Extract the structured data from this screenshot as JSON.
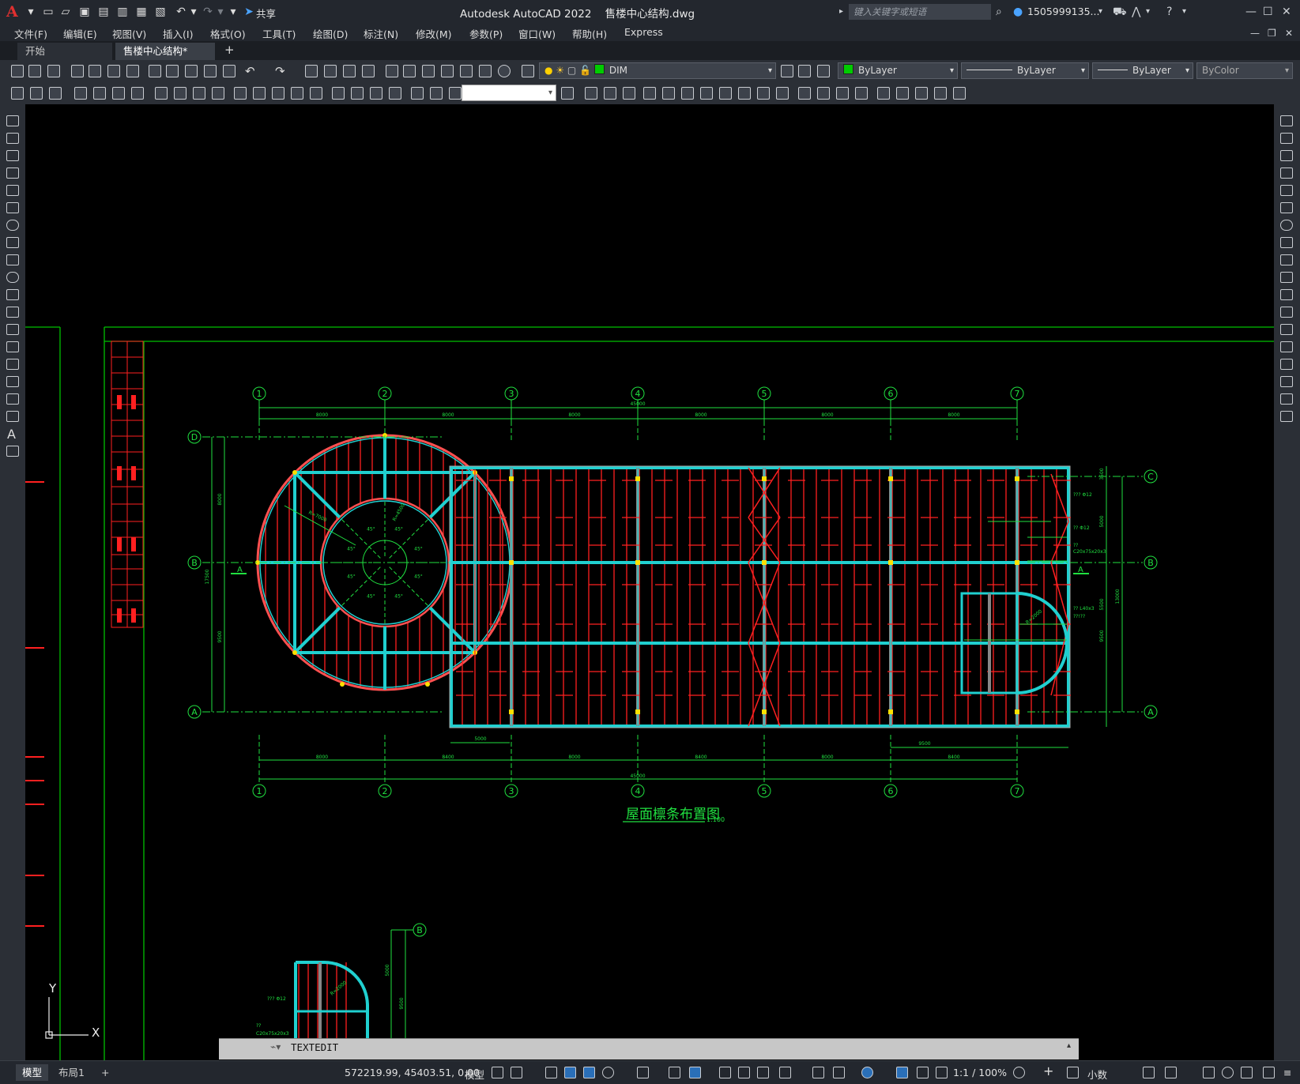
{
  "app": {
    "logo": "A",
    "title": "Autodesk AutoCAD 2022",
    "filename": "售楼中心结构.dwg",
    "share_label": "共享",
    "search_placeholder": "键入关键字或短语",
    "user": "1505999135..."
  },
  "menu": [
    "文件(F)",
    "编辑(E)",
    "视图(V)",
    "插入(I)",
    "格式(O)",
    "工具(T)",
    "绘图(D)",
    "标注(N)",
    "修改(M)",
    "参数(P)",
    "窗口(W)",
    "帮助(H)",
    "Express"
  ],
  "tabs": {
    "start": "开始",
    "document": "售楼中心结构*",
    "close": "✕",
    "add": "+"
  },
  "layer": {
    "name": "DIM",
    "color": "#00cc00"
  },
  "properties": {
    "color": "ByLayer",
    "linetype": "ByLayer",
    "lineweight": "ByLayer",
    "plotstyle": "ByColor"
  },
  "drawing": {
    "grid_top": [
      "1",
      "2",
      "3",
      "4",
      "5",
      "6",
      "7"
    ],
    "grid_left": [
      "D",
      "B",
      "A"
    ],
    "grid_right": [
      "C",
      "B",
      "A"
    ],
    "top_total": "45000",
    "top_dims": [
      "8000",
      "8000",
      "8000",
      "8000",
      "8000",
      "8000"
    ],
    "bottom_dims": [
      "8000",
      "8400",
      "8000",
      "8400",
      "8000",
      "8400"
    ],
    "bottom_total": "45000",
    "lower_dims": [
      "5000",
      "9500"
    ],
    "left_dims": [
      "8000",
      "17500",
      "9500"
    ],
    "right_dims": [
      "3500",
      "5000",
      "5500",
      "9500",
      "13000"
    ],
    "annotations": [
      "??? Φ12",
      "?? Φ12",
      "??",
      "C20x75x20x3",
      "?? L40x3",
      "??!??",
      "R=7000",
      "R=4500",
      "R=2000"
    ],
    "section_mark": "A",
    "angle_label": "45°",
    "plan_title": "屋面檩条布置图",
    "plan_scale": "1:100",
    "lower_grid": "B",
    "lower_annotations": [
      "??? Φ12",
      "??",
      "C20x75x20x3",
      "R=2000"
    ],
    "axis_y": "Y",
    "axis_x": "X"
  },
  "command": {
    "text": "TEXTEDIT"
  },
  "status": {
    "model_tab": "模型",
    "layout_tab": "布局1",
    "add": "+",
    "coords": "572219.99, 45403.51, 0.00",
    "space": "模型",
    "scale": "1:1 / 100%",
    "units": "小数"
  }
}
